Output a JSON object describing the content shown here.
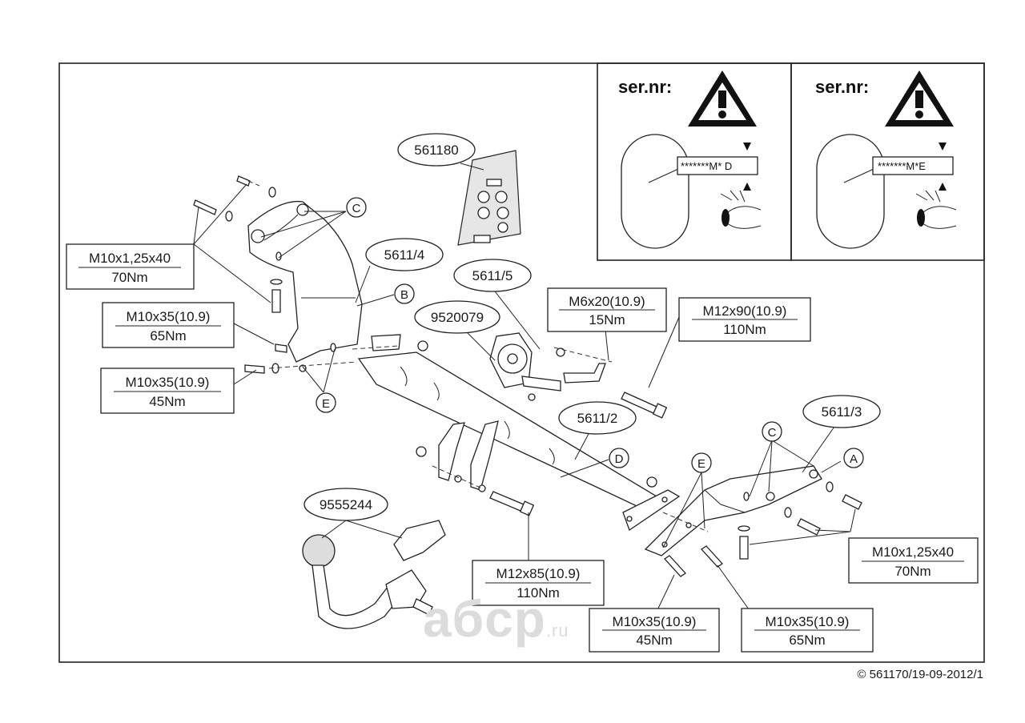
{
  "part_numbers": {
    "p561180": "561180",
    "p5611_4": "5611/4",
    "p5611_5": "5611/5",
    "p9520079": "9520079",
    "p5611_2": "5611/2",
    "p5611_3": "5611/3",
    "p9555244": "9555244"
  },
  "letters": {
    "A": "A",
    "B": "B",
    "C": "C",
    "D": "D",
    "E": "E"
  },
  "torque_specs": [
    {
      "bolt": "M10x1,25x40",
      "torque": "70Nm"
    },
    {
      "bolt": "M10x35(10.9)",
      "torque": "65Nm"
    },
    {
      "bolt": "M10x35(10.9)",
      "torque": "45Nm"
    },
    {
      "bolt": "M6x20(10.9)",
      "torque": "15Nm"
    },
    {
      "bolt": "M12x90(10.9)",
      "torque": "110Nm"
    },
    {
      "bolt": "M12x85(10.9)",
      "torque": "110Nm"
    },
    {
      "bolt": "M10x35(10.9)",
      "torque": "45Nm"
    },
    {
      "bolt": "M10x35(10.9)",
      "torque": "65Nm"
    },
    {
      "bolt": "M10x1,25x40",
      "torque": "70Nm"
    }
  ],
  "serial_panels": [
    {
      "label": "ser.nr:",
      "code": "*******M* D"
    },
    {
      "label": "ser.nr:",
      "code": "*******M*E"
    }
  ],
  "watermark": {
    "main": "aбcp",
    "suffix": ".ru"
  },
  "copyright": "© 561170/19-09-2012/1"
}
